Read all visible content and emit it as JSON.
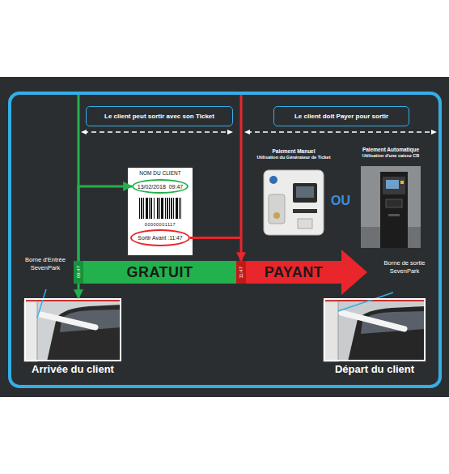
{
  "diagram": {
    "nodes": [
      {
        "text": [
          "Le client peut sortir avec son Ticket"
        ]
      },
      {
        "text": [
          "Le client doit Payer pour sortir"
        ]
      },
      {
        "text": [
          "Paiement Manuel",
          "Utilisation du Générateur de Ticket"
        ]
      },
      {
        "text": [
          "Paiement Automatique",
          "Utilisation d'une caisse CB"
        ]
      },
      {
        "text": [
          "NOM DU CLIENT"
        ]
      },
      {
        "text": [
          "13/02/2018  09:47"
        ],
        "in": 4
      },
      {
        "text": [
          "Sortir Avant :11:47"
        ],
        "in": 4
      },
      {
        "text": [
          "09:47"
        ]
      },
      {
        "text": [
          "GRATUIT"
        ]
      },
      {
        "text": [
          "11:47"
        ]
      },
      {
        "text": [
          "PAYANT"
        ]
      },
      {
        "text": [
          "Arrivée du client"
        ]
      },
      {
        "text": [
          "Départ du client"
        ]
      }
    ],
    "edges": [
      {
        "from": 7,
        "to": 5,
        "arrow": "to"
      },
      {
        "from": 6,
        "to": 9,
        "arrow": "to"
      },
      {
        "from": 7,
        "to": 11,
        "arrow": "to"
      }
    ],
    "labels": [
      "OU",
      "Borne d'Entrée SevenPark",
      "Borne de sortie SevenPark",
      "00000001117"
    ]
  }
}
